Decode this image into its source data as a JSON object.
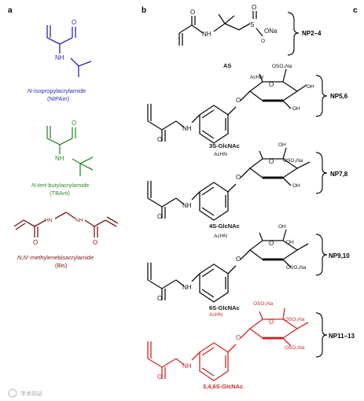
{
  "panels": {
    "a": "a",
    "b": "b",
    "c": "c"
  },
  "colors": {
    "nipam": "#2a2aa6",
    "tbam": "#2f8a2f",
    "bis": "#7a1616",
    "sulfated": "#cc2a2a",
    "black": "#111111"
  },
  "atoms": {
    "O": "O",
    "NH": "NH",
    "HN": "HN",
    "AcHN": "AcHN",
    "OH": "OH",
    "SO3Na": "SO₃Na",
    "OSO3Na": "OSO₃Na",
    "OSO3Na_r": "OSO₃Na",
    "S": "S",
    "ONa": "ONa"
  },
  "monomers": {
    "nipam": {
      "name_prefix": "N",
      "name_rest": "-isopropylacrylamide",
      "abbr": "(NIPAm)"
    },
    "tbam": {
      "name_prefix": "N-tert",
      "name_rest": "-butylacrylamide",
      "abbr": "(TBAm)"
    },
    "bis": {
      "name_prefix": "N,N′",
      "name_rest": "-methylenebisacrylamide",
      "abbr": "(Bis)"
    }
  },
  "sugars": {
    "as": {
      "label": "AS",
      "np": "NP2–4"
    },
    "s3": {
      "label": "3S-GlcNAc",
      "np": "NP5,6"
    },
    "s4": {
      "label": "4S-GlcNAc",
      "np": "NP7,8"
    },
    "s6": {
      "label": "6S-GlcNAc",
      "np": "NP9,10"
    },
    "s346": {
      "label": "3,4,6S-GlcNAc",
      "np": "NP11–13"
    }
  },
  "watermark": "学术网站"
}
